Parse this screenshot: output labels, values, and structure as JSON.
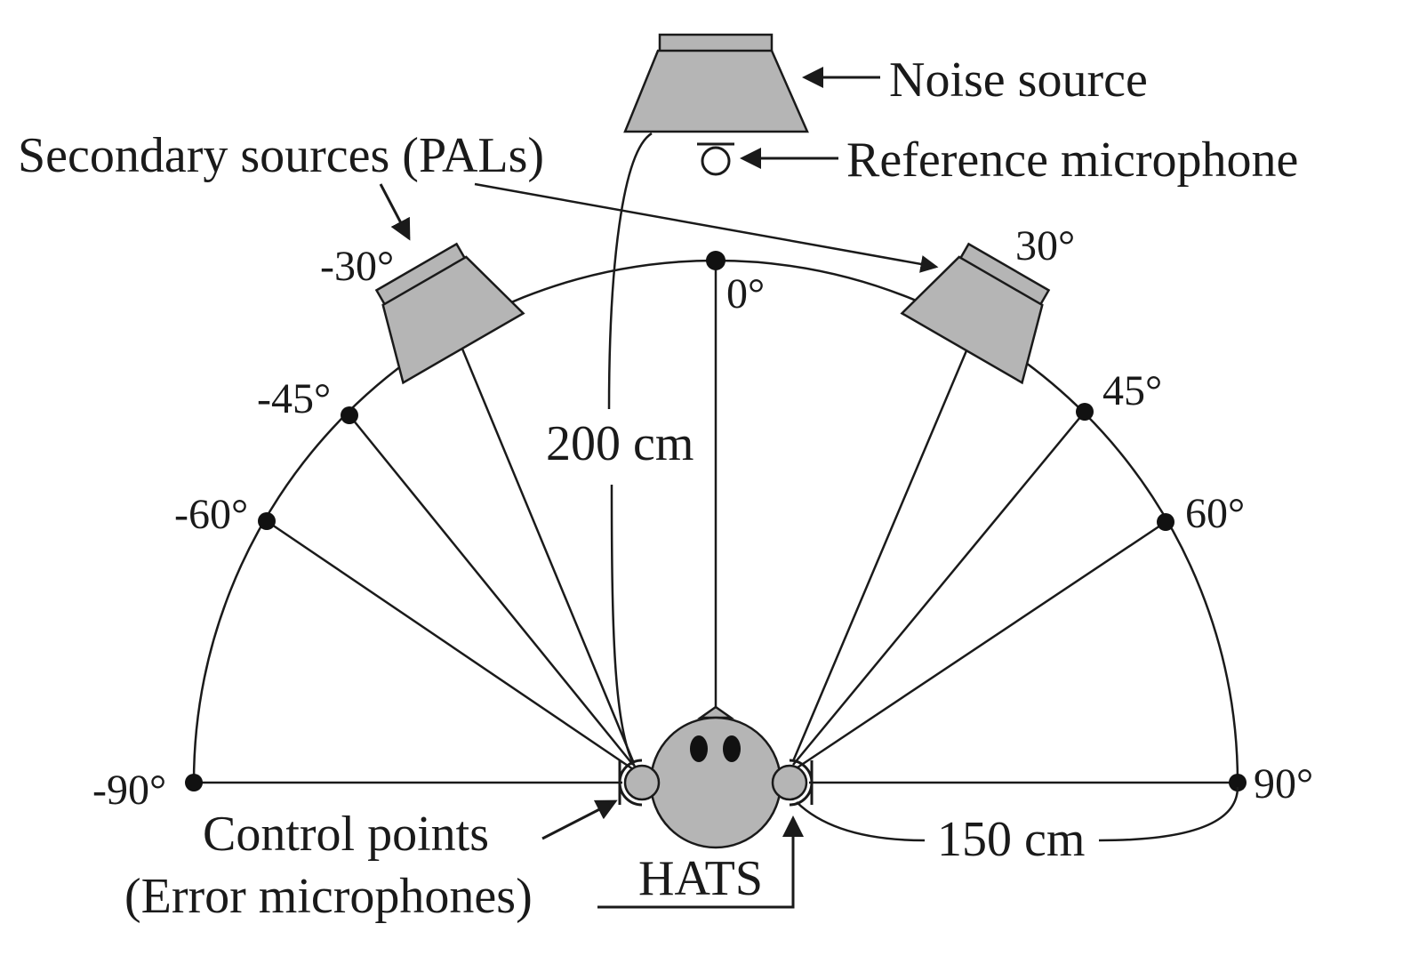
{
  "labels": {
    "noise_source": "Noise source",
    "reference_microphone": "Reference microphone",
    "secondary_sources": "Secondary sources (PALs)",
    "distance_200": "200 cm",
    "distance_150": "150 cm",
    "control_points_line1": "Control points",
    "control_points_line2": "(Error microphones)",
    "hats": "HATS"
  },
  "angles": [
    {
      "key": "m90",
      "text": "-90°"
    },
    {
      "key": "m60",
      "text": "-60°"
    },
    {
      "key": "m45",
      "text": "-45°"
    },
    {
      "key": "m30",
      "text": "-30°"
    },
    {
      "key": "z0",
      "text": "0°"
    },
    {
      "key": "p30",
      "text": "30°"
    },
    {
      "key": "p45",
      "text": "45°"
    },
    {
      "key": "p60",
      "text": "60°"
    },
    {
      "key": "p90",
      "text": "90°"
    }
  ],
  "colors": {
    "ink": "#1a1a1a",
    "fill_gray": "#b5b5b5",
    "background": "#ffffff"
  }
}
